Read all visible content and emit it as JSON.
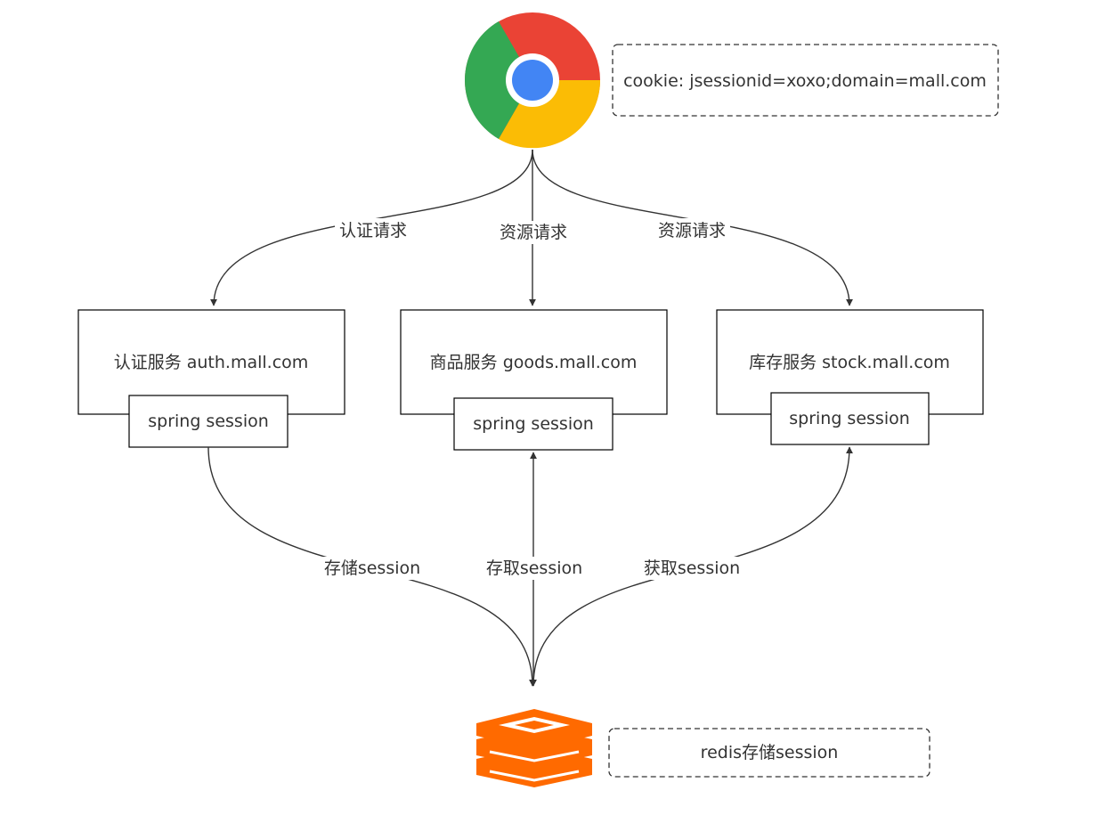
{
  "browser": {
    "icon": "chrome-browser-icon",
    "colors": {
      "red": "#EA4335",
      "yellow": "#FBBC05",
      "green": "#34A853",
      "blue": "#4285F4"
    }
  },
  "cookie_note": "cookie: jsessionid=xoxo;domain=mall.com",
  "requests": {
    "auth": "认证请求",
    "goods": "资源请求",
    "stock": "资源请求"
  },
  "services": {
    "auth": {
      "title": "认证服务 auth.mall.com",
      "session": "spring session"
    },
    "goods": {
      "title": "商品服务 goods.mall.com",
      "session": "spring session"
    },
    "stock": {
      "title": "库存服务 stock.mall.com",
      "session": "spring session"
    }
  },
  "session_edges": {
    "auth": "存储session",
    "goods": "存取session",
    "stock": "获取session"
  },
  "store": {
    "icon": "redis-icon",
    "color": "#FF6A00",
    "note": "redis存储session"
  }
}
